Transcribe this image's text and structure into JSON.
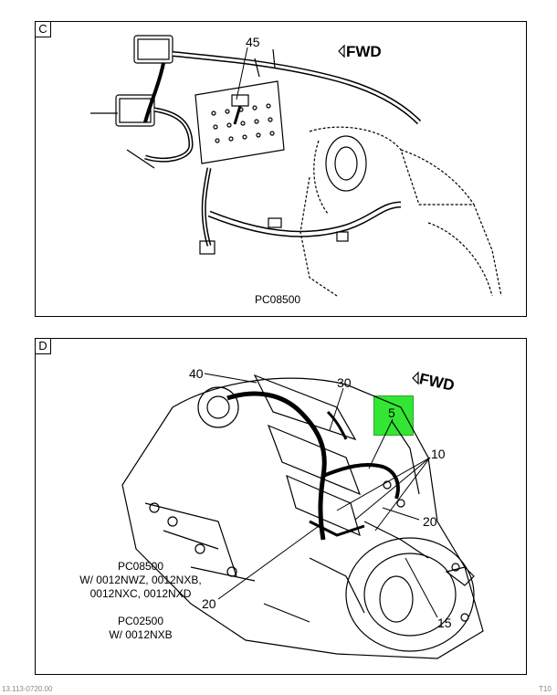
{
  "panel_c": {
    "letter": "C",
    "fwd": "FWD",
    "callout_45": "45",
    "caption": "PC08500"
  },
  "panel_d": {
    "letter": "D",
    "fwd": "FWD",
    "callouts": {
      "c40": "40",
      "c30": "30",
      "c5": "5",
      "c10": "10",
      "c20_right": "20",
      "c20_left": "20",
      "c15": "15"
    },
    "highlight_color": "#33e633",
    "caption_lines": [
      "PC08500",
      "W/ 0012NWZ, 0012NXB,",
      "0012NXC, 0012NXD",
      "",
      "PC02500",
      "W/ 0012NXB"
    ]
  },
  "footer": {
    "left": "13.113-0720.00",
    "right": "T10"
  }
}
